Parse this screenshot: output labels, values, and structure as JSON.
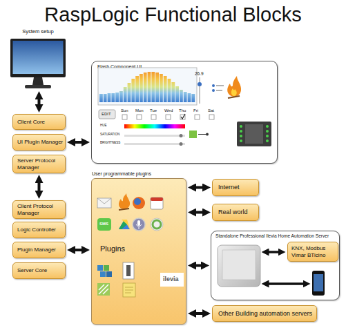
{
  "diagram": {
    "title": "RaspLogic Functional Blocks",
    "nodes": [
      {
        "text": [
          "System setup"
        ]
      },
      {
        "text": [
          "Flash Component UI"
        ]
      },
      {
        "text": [
          "Client Core"
        ]
      },
      {
        "text": [
          "UI Plugin Manager"
        ]
      },
      {
        "text": [
          "Server Protocol Manager"
        ]
      },
      {
        "text": [
          "Client Protocol Manager"
        ]
      },
      {
        "text": [
          "Logic Controller"
        ]
      },
      {
        "text": [
          "Plugin Manager"
        ]
      },
      {
        "text": [
          "Server Core"
        ]
      },
      {
        "text": [
          "User programmable plugins",
          "Plugins"
        ]
      },
      {
        "text": [
          "Internet"
        ]
      },
      {
        "text": [
          "Real world"
        ]
      },
      {
        "text": [
          "Standalone Professional Ilevia Home Automation Server"
        ]
      },
      {
        "text": [
          "KNX, Modbus Vimar BTicino"
        ],
        "in": 12
      },
      {
        "text": [
          "Other Building automation servers"
        ]
      }
    ],
    "edges": [
      {
        "from": 0,
        "to": 2,
        "arrow": "both"
      },
      {
        "from": 3,
        "to": 1,
        "arrow": "both"
      },
      {
        "from": 4,
        "to": 5,
        "arrow": "both"
      },
      {
        "from": 7,
        "to": 9,
        "arrow": "both"
      },
      {
        "from": 9,
        "to": 10,
        "arrow": "both"
      },
      {
        "from": 9,
        "to": 11,
        "arrow": "both"
      },
      {
        "from": 9,
        "to": 12,
        "arrow": "both"
      },
      {
        "from": 9,
        "to": 14,
        "arrow": "both"
      }
    ],
    "labels": [
      "26.9",
      "EDIT",
      "Sun",
      "Mon",
      "Tue",
      "Wed",
      "Thu",
      "Fri",
      "Sat",
      "HUE",
      "SATURATION",
      "BRIGHTNESS",
      "SMS",
      "ilevia"
    ]
  }
}
